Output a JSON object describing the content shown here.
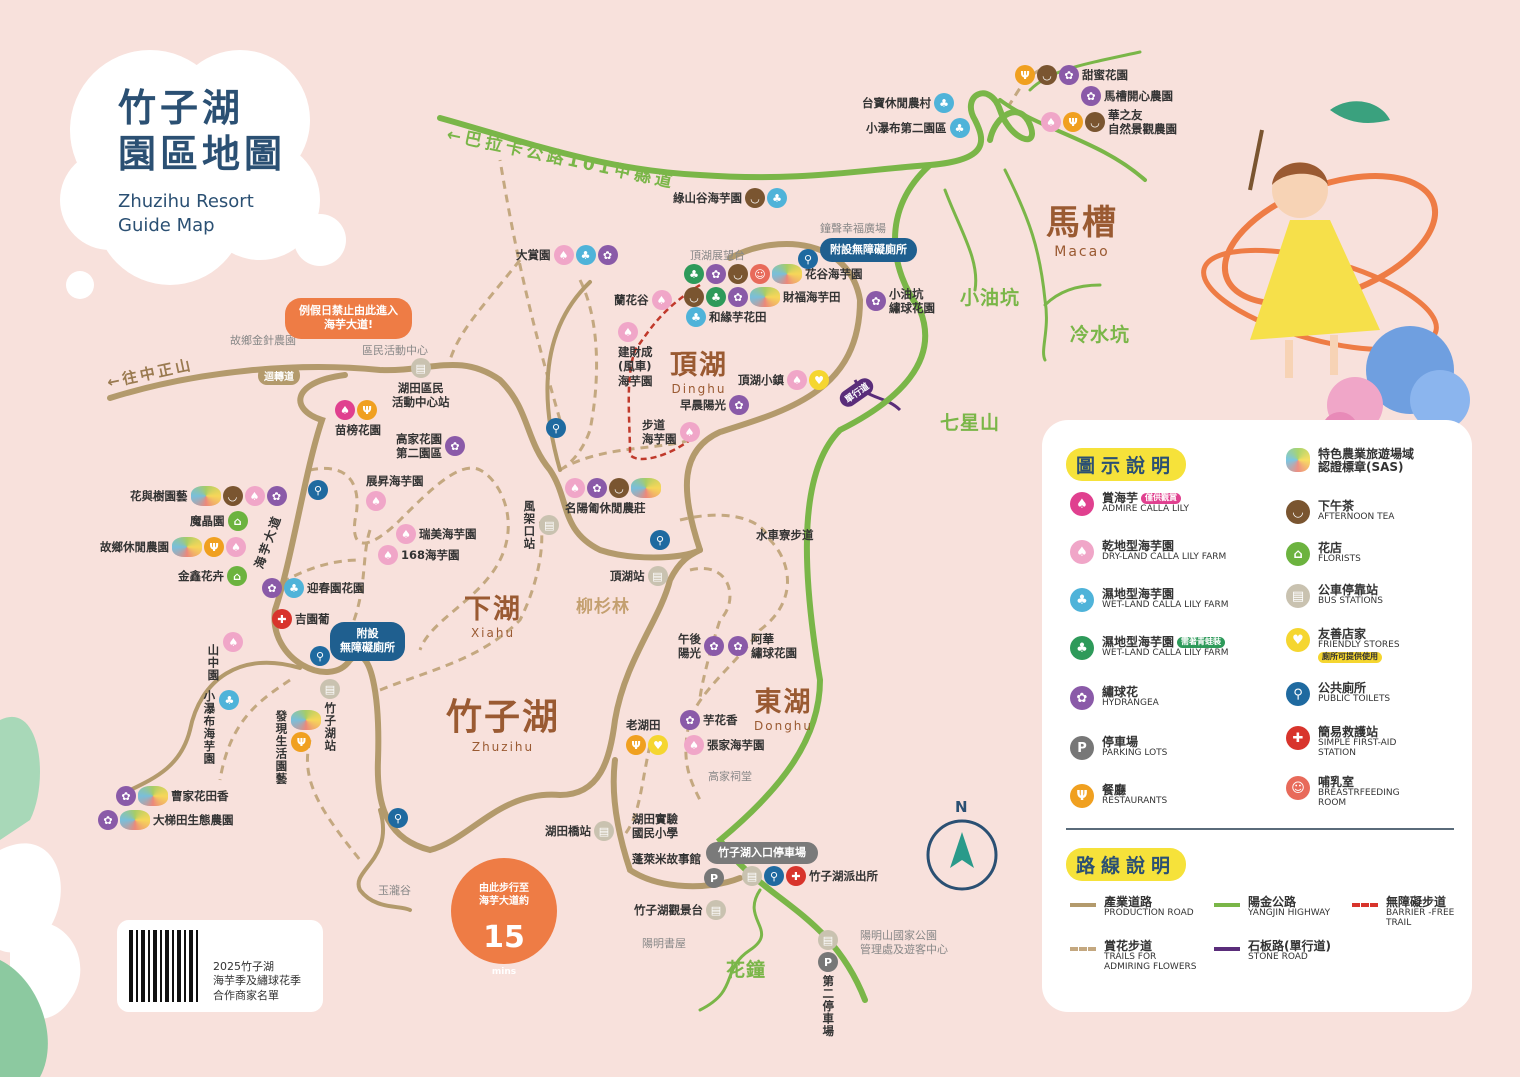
{
  "title": {
    "zh": "竹子湖\n園區地圖",
    "en": "Zhuzihu Resort\nGuide Map"
  },
  "roads": {
    "highway_label": "←巴拉卡公路101甲縣道",
    "west_label": "←往中正山",
    "calla_avenue": "海芋大道",
    "uturn": "迴轉道",
    "one_way": "單行道"
  },
  "areas": [
    {
      "zh": "頂湖",
      "en": "Dinghu"
    },
    {
      "zh": "下湖",
      "en": "Xiahu"
    },
    {
      "zh": "竹子湖",
      "en": "Zhuzihu"
    },
    {
      "zh": "東湖",
      "en": "Donghu"
    },
    {
      "zh": "馬槽",
      "en": "Macao"
    }
  ],
  "green_labels": [
    "小油坑",
    "冷水坑",
    "七星山",
    "花鐘"
  ],
  "other_labels": {
    "liushan": "柳杉林",
    "waterwheel": "水車寮步道"
  },
  "landmarks": [
    "故鄉金針農園",
    "區民活動中心",
    "鐘聲幸福廣場",
    "頂湖展望台",
    "高家祠堂",
    "玉瀧谷",
    "陽明書屋",
    "陽明山國家公園\n管理處及遊客中心"
  ],
  "bubbles": {
    "no_entry": "例假日禁止由此進入\n海芋大道!",
    "accessible_toilet_1": "附設\n無障礙廁所",
    "accessible_toilet_2": "附設無障礙廁所",
    "entrance_parking": "竹子湖入口停車場",
    "walk_text": "由此步行至\n海芋大道約",
    "walk_minutes": "15",
    "walk_unit": "mins"
  },
  "places": [
    {
      "name": "甜蜜花園",
      "icons": [
        "rest",
        "tea",
        "hyd"
      ]
    },
    {
      "name": "馬槽開心農園",
      "icons": [
        "hyd"
      ]
    },
    {
      "name": "華之友\n自然景觀農園",
      "icons": [
        "dry",
        "rest",
        "tea"
      ]
    },
    {
      "name": "台寶休閒農村",
      "icons": [
        "wet"
      ]
    },
    {
      "name": "小瀑布第二園區",
      "icons": [
        "wet"
      ]
    },
    {
      "name": "綠山谷海芋園",
      "icons": [
        "tea",
        "wet"
      ]
    },
    {
      "name": "大賞園",
      "icons": [
        "dry",
        "wet",
        "hyd"
      ]
    },
    {
      "name": "花谷海芋園",
      "icons": [
        "wetg",
        "hyd",
        "tea",
        "breast",
        "sas"
      ]
    },
    {
      "name": "財福海芋田",
      "icons": [
        "tea",
        "wetg",
        "hyd",
        "sas"
      ]
    },
    {
      "name": "和緣芋花田",
      "icons": [
        "wet"
      ]
    },
    {
      "name": "蘭花谷",
      "icons": [
        "dry"
      ]
    },
    {
      "name": "建財成\n(風車)\n海芋園",
      "icons": [
        "dry"
      ]
    },
    {
      "name": "頂湖小鎮",
      "icons": [
        "dry",
        "friendly"
      ]
    },
    {
      "name": "早晨陽光",
      "icons": [
        "hyd"
      ]
    },
    {
      "name": "步道\n海芋園",
      "icons": [
        "dry"
      ]
    },
    {
      "name": "小油坑\n繡球花園",
      "icons": [
        "hyd"
      ]
    },
    {
      "name": "名陽匍休閒農莊",
      "icons": [
        "dry",
        "hyd",
        "tea",
        "sas"
      ]
    },
    {
      "name": "苗榜花園",
      "icons": [
        "admire",
        "rest"
      ]
    },
    {
      "name": "高家花園\n第二園區",
      "icons": [
        "hyd"
      ]
    },
    {
      "name": "展昇海芋園",
      "icons": [
        "dry"
      ]
    },
    {
      "name": "瑞美海芋園",
      "icons": [
        "dry"
      ]
    },
    {
      "name": "168海芋園",
      "icons": [
        "dry"
      ]
    },
    {
      "name": "花與樹園藝",
      "icons": [
        "sas",
        "tea",
        "dry",
        "hyd"
      ]
    },
    {
      "name": "魔晶園",
      "icons": [
        "florist"
      ]
    },
    {
      "name": "故鄉休閒農園",
      "icons": [
        "sas",
        "rest",
        "dry"
      ]
    },
    {
      "name": "金鑫花卉",
      "icons": [
        "florist"
      ]
    },
    {
      "name": "迎春園花園",
      "icons": [
        "hyd",
        "wet"
      ]
    },
    {
      "name": "吉園葡",
      "icons": [
        "firstaid"
      ]
    },
    {
      "name": "山中園",
      "icons": [
        "dry"
      ]
    },
    {
      "name": "小瀑布海芋園",
      "icons": [
        "wet"
      ]
    },
    {
      "name": "發現生活園藝",
      "icons": [
        "sas",
        "rest"
      ]
    },
    {
      "name": "曹家花田香",
      "icons": [
        "hyd",
        "sas"
      ]
    },
    {
      "name": "大梯田生態農園",
      "icons": [
        "hyd",
        "sas"
      ]
    },
    {
      "name": "午後\n陽光",
      "icons": [
        "hyd"
      ]
    },
    {
      "name": "阿華\n繡球花園",
      "icons": [
        "hyd"
      ]
    },
    {
      "name": "芋花香",
      "icons": [
        "hyd"
      ]
    },
    {
      "name": "張家海芋園",
      "icons": [
        "dry"
      ]
    },
    {
      "name": "老湖田",
      "icons": [
        "rest",
        "friendly"
      ]
    },
    {
      "name": "竹子湖派出所",
      "icons": [
        "bus",
        "toilet",
        "firstaid"
      ]
    },
    {
      "name": "竹子湖觀景台",
      "icons": [
        "bus"
      ]
    },
    {
      "name": "湖田橋站",
      "icons": [
        "bus"
      ]
    },
    {
      "name": "頂湖站",
      "icons": [
        "bus"
      ]
    },
    {
      "name": "風架口站",
      "icons": [
        "bus"
      ]
    },
    {
      "name": "湖田區民\n活動中心站",
      "icons": [
        "bus"
      ]
    },
    {
      "name": "竹子湖站",
      "icons": [
        "bus"
      ]
    },
    {
      "name": "蓬萊米故事館",
      "icons": [
        "parking"
      ]
    },
    {
      "name": "第二停車場",
      "icons": [
        "bus",
        "parking"
      ]
    },
    {
      "name": "湖田實驗\n國民小學",
      "icons": []
    }
  ],
  "compass": "N",
  "qr": {
    "text": "2025竹子湖\n海芋季及繡球花季\n合作商家名單"
  },
  "legend": {
    "icons_title": "圖示說明",
    "icons": [
      {
        "icon": "admire",
        "zh": "賞海芋",
        "en": "ADMIRE CALLA LILY",
        "tag": "僅供觀賞",
        "tag_color": "#e0408f"
      },
      {
        "icon": "dry",
        "zh": "乾地型海芋園",
        "en": "DRY-LAND CALLA LILY FARM"
      },
      {
        "icon": "wet",
        "zh": "濕地型海芋園",
        "en": "WET-LAND CALLA LILY FARM"
      },
      {
        "icon": "wetg",
        "zh": "濕地型海芋園",
        "en": "WET-LAND CALLA LILY FARM",
        "tag": "需著青蛙裝",
        "tag_color": "#2e9a5a"
      },
      {
        "icon": "hyd",
        "zh": "繡球花",
        "en": "HYDRANGEA"
      },
      {
        "icon": "parking",
        "zh": "停車場",
        "en": "PARKING LOTS"
      },
      {
        "icon": "rest",
        "zh": "餐廳",
        "en": "RESTAURANTS"
      },
      {
        "icon": "sas",
        "zh": "特色農業旅遊場域\n認證標章(SAS)",
        "en": ""
      },
      {
        "icon": "tea",
        "zh": "下午茶",
        "en": "AFTERNOON TEA"
      },
      {
        "icon": "florist",
        "zh": "花店",
        "en": "FLORISTS"
      },
      {
        "icon": "bus",
        "zh": "公車停靠站",
        "en": "BUS STATIONS"
      },
      {
        "icon": "friendly",
        "zh": "友善店家",
        "en": "FRIENDLY STORES",
        "tag": "廁所可提供使用",
        "tag_color": "#f5d630"
      },
      {
        "icon": "toilet",
        "zh": "公共廁所",
        "en": "PUBLIC TOILETS"
      },
      {
        "icon": "firstaid",
        "zh": "簡易救護站",
        "en": "SIMPLE FIRST-AID\nSTATION"
      },
      {
        "icon": "breast",
        "zh": "哺乳室",
        "en": "BREASTRFEEDING\nROOM"
      }
    ],
    "routes_title": "路線說明",
    "routes": [
      {
        "zh": "產業道路",
        "en": "PRODUCTION ROAD",
        "color": "#b39a6c",
        "style": "solid"
      },
      {
        "zh": "陽金公路",
        "en": "YANGJIN HIGHWAY",
        "color": "#7ab648",
        "style": "solid"
      },
      {
        "zh": "無障礙步道",
        "en": "BARRIER -FREE\nTRAIL",
        "color": "#d8342c",
        "style": "dashed"
      },
      {
        "zh": "賞花步道",
        "en": "TRAILS FOR\nADMIRING FLOWERS",
        "color": "#c4a880",
        "style": "dashed"
      },
      {
        "zh": "石板路(單行道)",
        "en": "STONE ROAD",
        "color": "#5a2d7a",
        "style": "solid"
      }
    ]
  },
  "colors": {
    "background": "#f8e1dc",
    "road": "#b39a6c",
    "highway": "#7ab648",
    "title": "#2b5073",
    "area": "#9a5a32"
  }
}
